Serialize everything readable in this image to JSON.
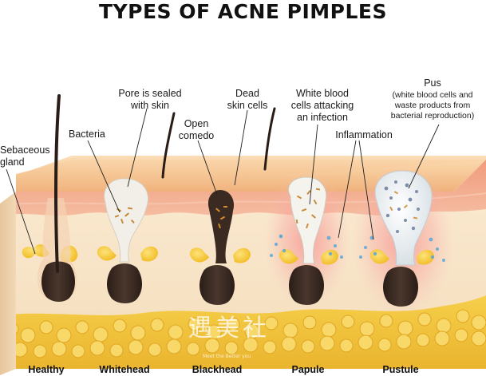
{
  "title": "TYPES OF ACNE PIMPLES",
  "callouts": {
    "sebaceous_gland": [
      "Sebaceous",
      "gland"
    ],
    "bacteria": [
      "Bacteria"
    ],
    "pore_sealed": [
      "Pore is sealed",
      "with skin"
    ],
    "open_comedo": [
      "Open",
      "comedo"
    ],
    "dead_skin": [
      "Dead",
      "skin cells"
    ],
    "white_blood": [
      "White blood",
      "cells attacking",
      "an infection"
    ],
    "inflammation": [
      "Inflammation"
    ],
    "pus_title": "Pus",
    "pus_detail": [
      "(white blood cells and",
      "waste products from",
      "bacterial reproduction)"
    ]
  },
  "stages": [
    "Healthy",
    "Whitehead",
    "Blackhead",
    "Papule",
    "Pustule"
  ],
  "watermark": {
    "main": "遇美社",
    "sub": "Meet the Better you"
  },
  "colors": {
    "epidermis_top": "#f6c79a",
    "epidermis_front": "#f3a988",
    "dermis": "#f7e7c6",
    "fat": "#f1c23a",
    "follicle": "#3b2c25",
    "gland": "#f5cc32",
    "pus": "#e6ecf0",
    "inflammation": "#f6a0a0"
  }
}
